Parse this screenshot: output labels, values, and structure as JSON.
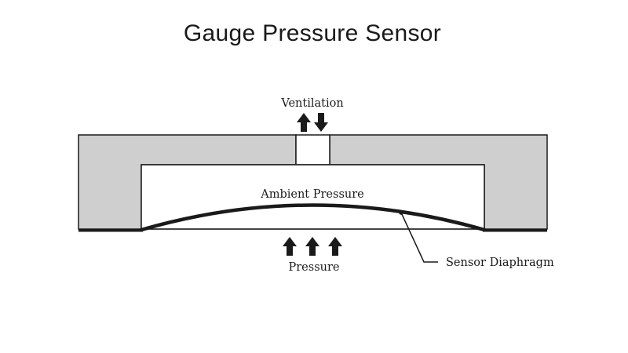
{
  "title": "Gauge Pressure Sensor",
  "labels": {
    "ventilation": "Ventilation",
    "ambient_pressure": "Ambient Pressure",
    "pressure": "Pressure",
    "sensor_diaphragm": "Sensor Diaphragm"
  },
  "colors": {
    "housing": "#cfcfcf",
    "outline": "#1a1a1a",
    "background": "#ffffff"
  }
}
